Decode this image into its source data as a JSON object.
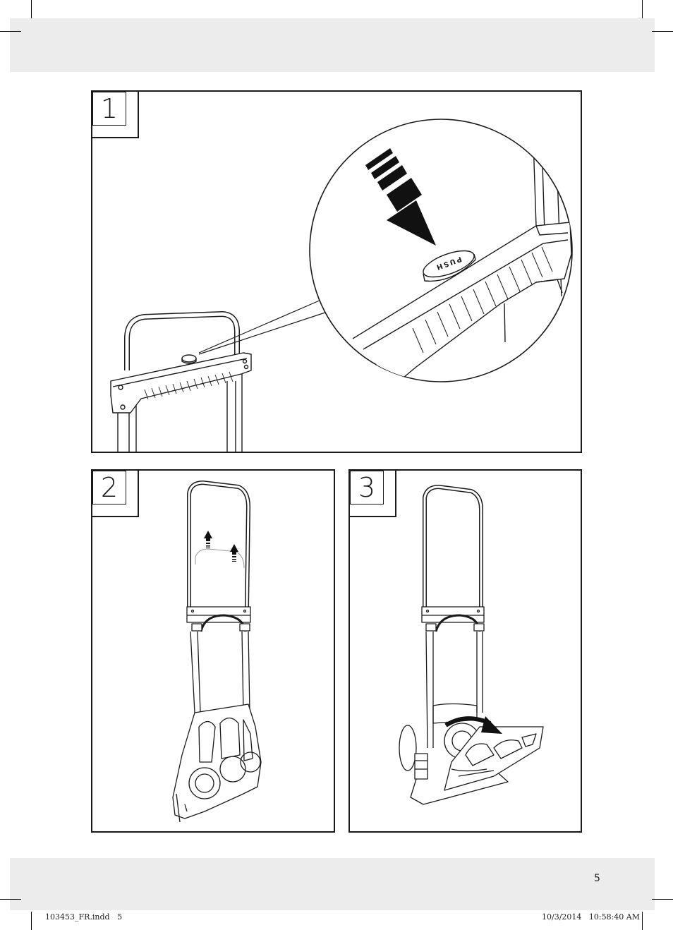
{
  "page": {
    "number": "5"
  },
  "steps": [
    {
      "label": "1"
    },
    {
      "label": "2"
    },
    {
      "label": "3"
    }
  ],
  "illustration": {
    "button_text": "PUSH"
  },
  "slug": {
    "file": "103453_FR.indd   5",
    "timestamp": "10/3/2014   10:58:40 AM"
  },
  "colors": {
    "band": "#ececec",
    "ink": "#1a1a1a"
  }
}
